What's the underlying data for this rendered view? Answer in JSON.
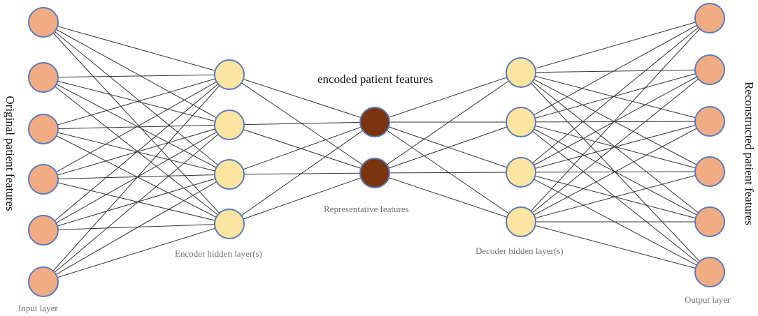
{
  "labels": {
    "input_layer": "Input layer",
    "encoder_hidden": "Encoder hidden layer(s)",
    "encoded": "encoded patient features",
    "representative": "Representative features",
    "decoder_hidden": "Decoder hidden layer(s)",
    "output_layer": "Output layer",
    "original": "Original patient features",
    "reconstructed": "Reconstructed patient features"
  },
  "network": {
    "layers": [
      {
        "role": "input",
        "nodes": 6
      },
      {
        "role": "encoder-hidden",
        "nodes": 4
      },
      {
        "role": "code",
        "nodes": 2
      },
      {
        "role": "decoder-hidden",
        "nodes": 4
      },
      {
        "role": "output",
        "nodes": 6
      }
    ],
    "connections": "fully-connected between adjacent layers"
  },
  "colors": {
    "input_output_node": "#F2AC84",
    "hidden_node": "#FCE5A0",
    "code_node": "#7B3410",
    "node_outline": "#5B7AB8",
    "edge": "#333333"
  }
}
